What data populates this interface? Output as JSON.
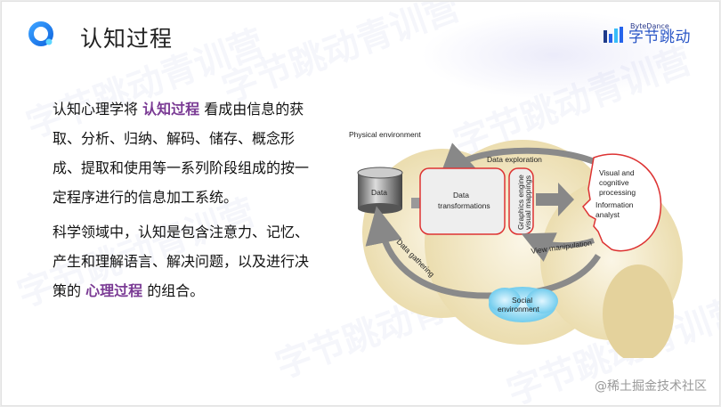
{
  "header": {
    "title": "认知过程",
    "brand": {
      "en": "ByteDance",
      "cn": "字节跳动",
      "bar_colors": [
        "#1e3a8a",
        "#2563eb",
        "#38bdf8"
      ]
    }
  },
  "content": {
    "paragraph1": {
      "before": "认知心理学将 ",
      "highlight": "认知过程",
      "after": " 看成由信息的获取、分析、归纳、解码、储存、概念形成、提取和使用等一系列阶段组成的按一定程序进行的信息加工系统。"
    },
    "paragraph2": {
      "before": "科学领域中，认知是包含注意力、记忆、产生和理解语言、解决问题，以及进行决策的 ",
      "highlight": "心理过程",
      "after": " 的组合。"
    },
    "highlight_color": "#7a3a94"
  },
  "diagram": {
    "physical_environment": "Physical environment",
    "data": "Data",
    "data_transformations_1": "Data",
    "data_transformations_2": "transformations",
    "graphics_engine_1": "Graphics engine",
    "graphics_engine_2": "visual mappings",
    "data_exploration": "Data exploration",
    "visual_1": "Visual and",
    "visual_2": "cognitive",
    "visual_3": "processing",
    "analyst_1": "Information",
    "analyst_2": "analyst",
    "view_manipulation": "View manipulation",
    "data_gathering": "Data gathering",
    "social_1": "Social",
    "social_2": "environment"
  },
  "footer": {
    "watermark": "@稀土掘金技术社区"
  },
  "background_watermark": "字节跳动青训营"
}
